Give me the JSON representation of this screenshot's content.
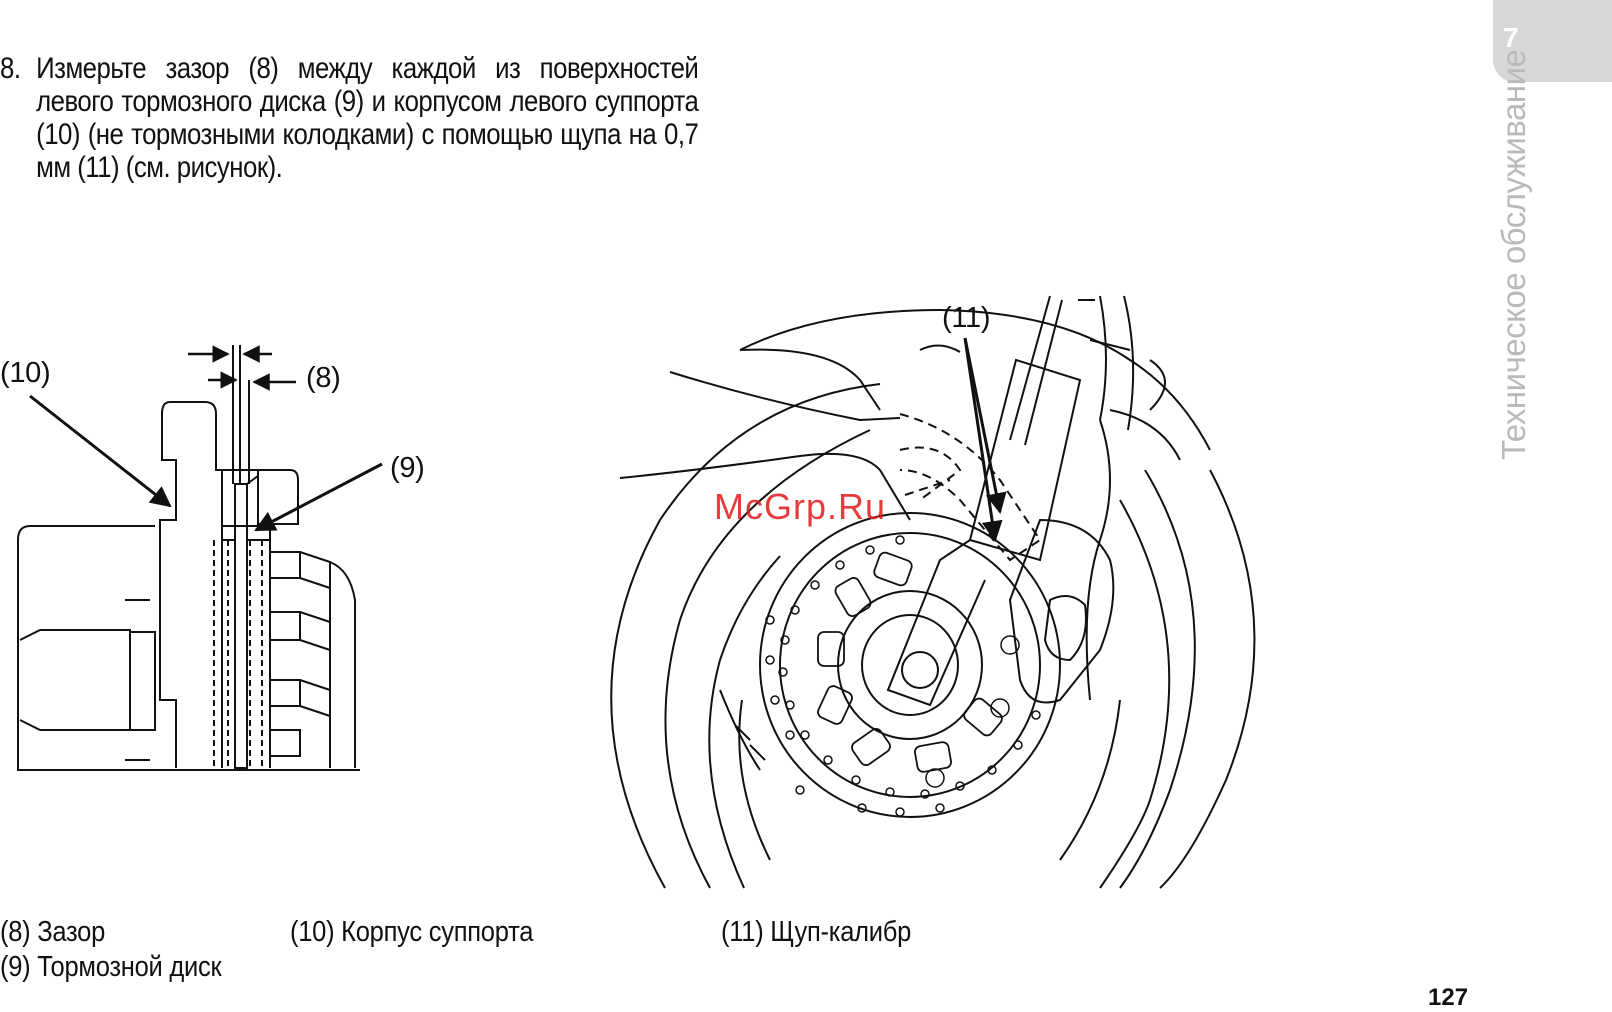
{
  "chapter": {
    "number": "7",
    "title": "Техническое обслуживание"
  },
  "step": {
    "number": "8.",
    "text": "Измерьте зазор (8) между каждой из поверхностей левого тормозного диска (9) и корпусом левого суппорта (10) (не тормозными колодками) с помощью щупа на 0,7 мм (11) (см. рисунок)."
  },
  "figure_labels": {
    "caliper": "(10)",
    "gap": "(8)",
    "disc": "(9)",
    "gauge": "(11)"
  },
  "legend": {
    "gap": "(8) Зазор",
    "disc": "(9) Тормозной диск",
    "caliper": "(10) Корпус суппорта",
    "gauge": "(11) Щуп-калибр"
  },
  "watermark": "McGrp.Ru",
  "page_number": "127"
}
